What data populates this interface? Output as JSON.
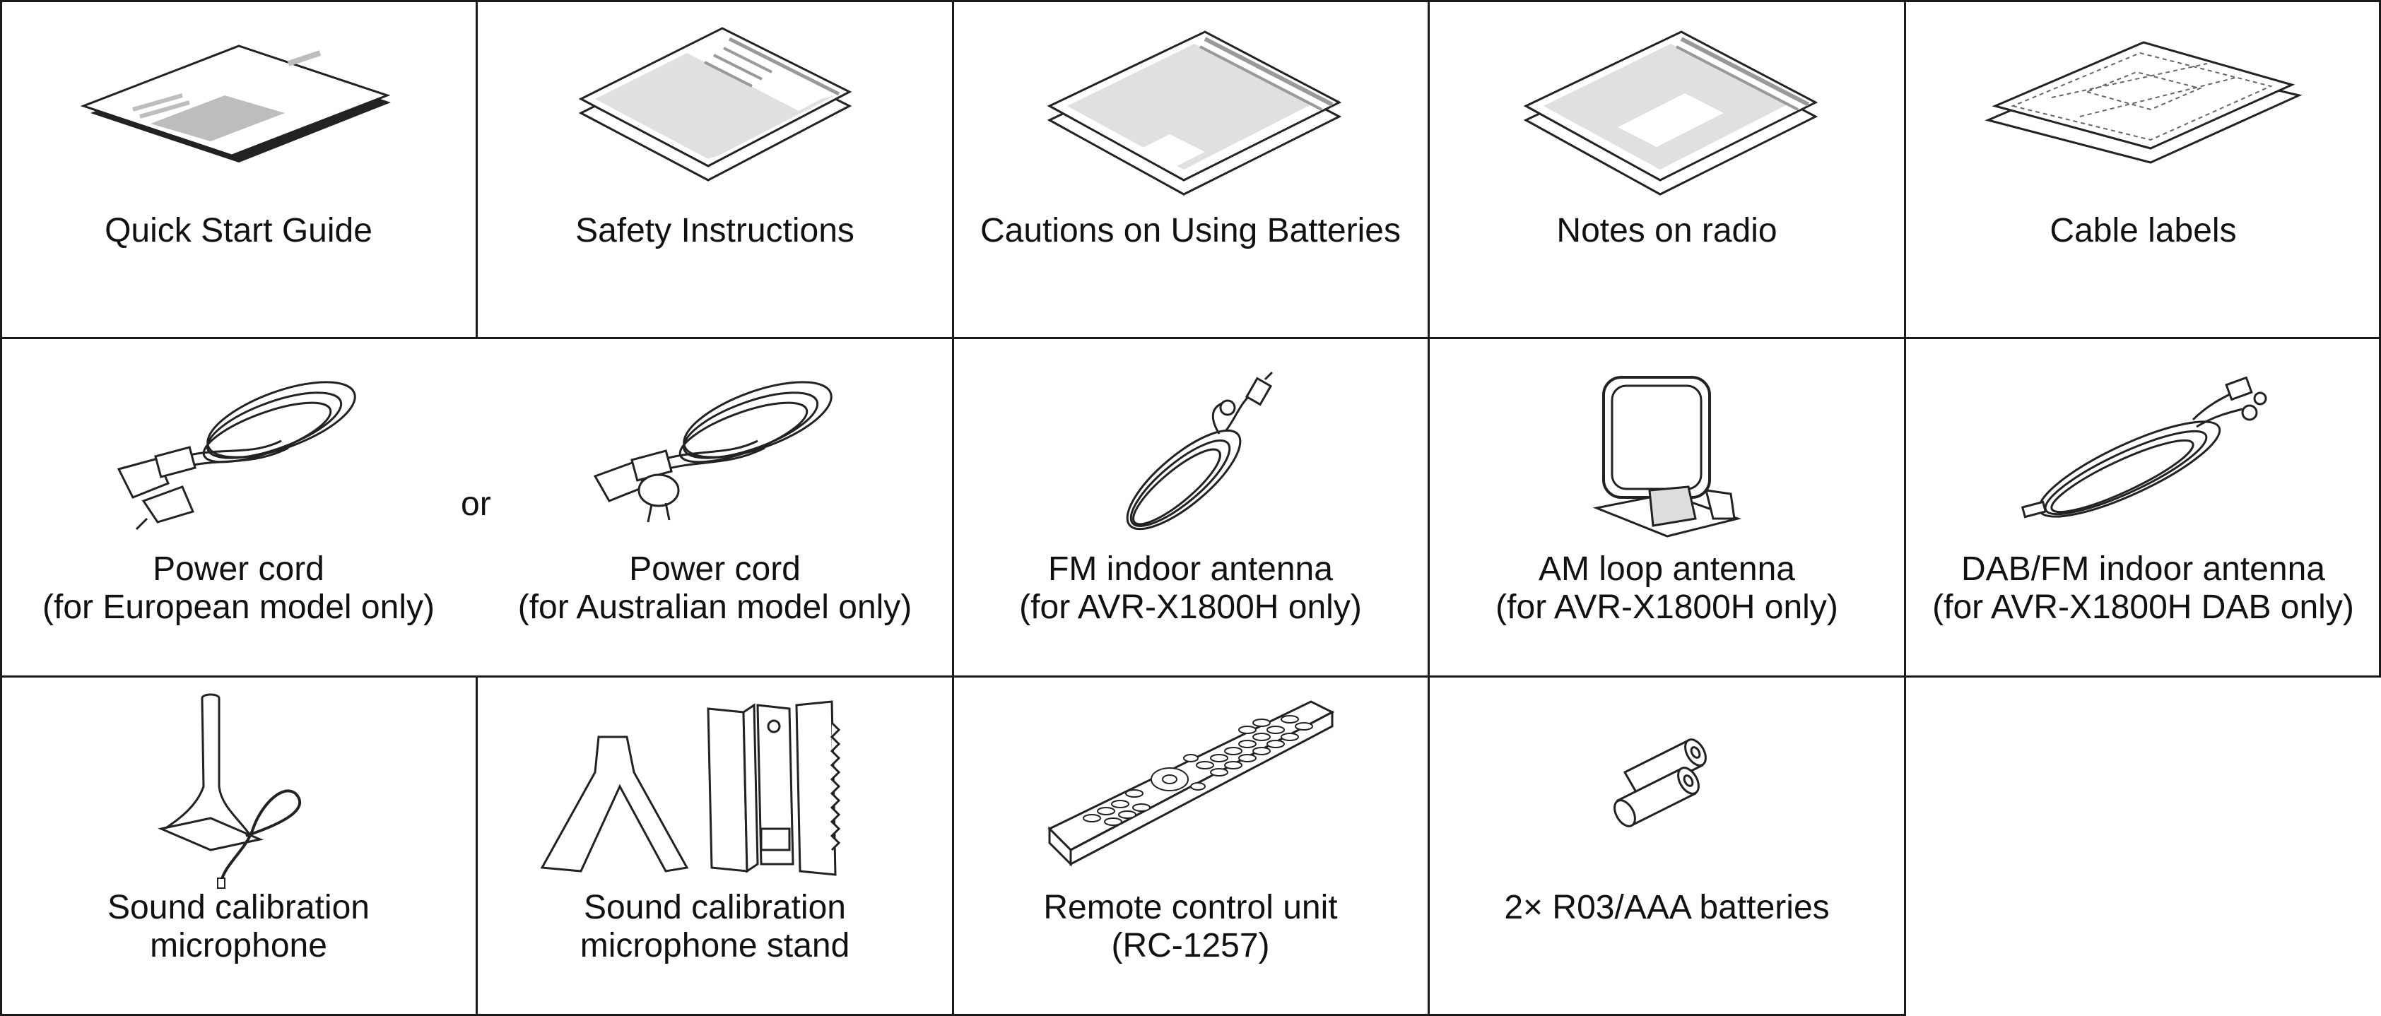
{
  "items": [
    {
      "lines": [
        "Quick Start Guide"
      ],
      "icon": "quick-start-guide-icon"
    },
    {
      "lines": [
        "Safety Instructions"
      ],
      "icon": "safety-instructions-icon"
    },
    {
      "lines": [
        "Cautions on Using Batteries"
      ],
      "icon": "battery-cautions-sheet-icon"
    },
    {
      "lines": [
        "Notes on radio"
      ],
      "icon": "radio-notes-sheet-icon"
    },
    {
      "lines": [
        "Cable labels"
      ],
      "icon": "cable-labels-sheet-icon"
    },
    {
      "lines": [
        "Power cord",
        "(for European model only)"
      ],
      "icon": "european-power-cord-icon"
    },
    {
      "lines": [
        "Power cord",
        "(for Australian model only)"
      ],
      "icon": "australian-power-cord-icon"
    },
    {
      "lines": [
        "FM indoor antenna",
        "(for AVR-X1800H only)"
      ],
      "icon": "fm-antenna-icon"
    },
    {
      "lines": [
        "AM loop antenna",
        "(for AVR-X1800H only)"
      ],
      "icon": "am-loop-antenna-icon"
    },
    {
      "lines": [
        "DAB/FM indoor antenna",
        "(for AVR-X1800H DAB only)"
      ],
      "icon": "dab-fm-antenna-icon"
    },
    {
      "lines": [
        "Sound calibration",
        "microphone"
      ],
      "icon": "calibration-microphone-icon"
    },
    {
      "lines": [
        "Sound calibration",
        "microphone stand"
      ],
      "icon": "microphone-stand-icon"
    },
    {
      "lines": [
        "Remote control unit",
        "(RC-1257)"
      ],
      "icon": "remote-control-icon"
    },
    {
      "lines": [
        "2× R03/AAA batteries"
      ],
      "icon": "batteries-icon"
    }
  ],
  "or_text": "or"
}
